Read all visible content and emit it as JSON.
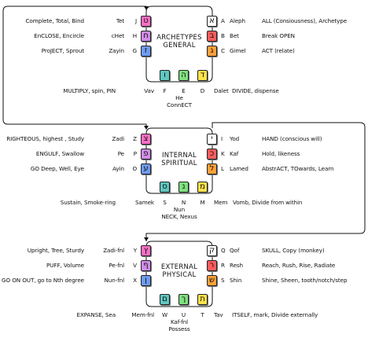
{
  "sections": [
    {
      "title_line1": "ARCHETYPES",
      "title_line2": "GENERAL",
      "left": [
        {
          "meaning": "Complete, Total, Bind",
          "name": "Tet",
          "code": "J",
          "glyph": "ט",
          "color": "#ff6ec7"
        },
        {
          "meaning": "EnCLOSE, Encircle",
          "name": "cHet",
          "code": "H",
          "glyph": "ח",
          "color": "#d08ce8"
        },
        {
          "meaning": "ProJECT, Sprout",
          "name": "Zayin",
          "code": "G",
          "glyph": "ז",
          "color": "#6e9cf0"
        }
      ],
      "right": [
        {
          "glyph": "א",
          "code": "A",
          "name": "Aleph",
          "meaning": "ALL (Consiousness), Archetype",
          "color": "#ffffff"
        },
        {
          "glyph": "ב",
          "code": "B",
          "name": "Bet",
          "meaning": "Break OPEN",
          "color": "#ff5d5d"
        },
        {
          "glyph": "ג",
          "code": "C",
          "name": "Gimel",
          "meaning": "ACT (relate)",
          "color": "#ffa23a"
        }
      ],
      "bottom": [
        {
          "glyph": "ו",
          "code": "F",
          "name": "Vav",
          "color": "#5ec7c0"
        },
        {
          "glyph": "ה",
          "code": "E",
          "name": "He",
          "color": "#7fe07f"
        },
        {
          "glyph": "ד",
          "code": "D",
          "name": "Dalet",
          "color": "#ffe24a"
        }
      ],
      "bottom_left_text": "MULTIPLY, spin, PIN",
      "bottom_right_text": "DIVIDE, dispense",
      "bottom_center_text": "ConnECT"
    },
    {
      "title_line1": "INTERNAL",
      "title_line2": "SPIRITUAL",
      "left": [
        {
          "meaning": "RIGHTEOUS, highest , Study",
          "name": "Zadi",
          "code": "Z",
          "glyph": "צ",
          "color": "#ff6ec7"
        },
        {
          "meaning": "ENGULF, Swallow",
          "name": "Pe",
          "code": "P",
          "glyph": "פ",
          "color": "#d08ce8"
        },
        {
          "meaning": "GO Deep, Well, Eye",
          "name": "Ayin",
          "code": "O",
          "glyph": "ע",
          "color": "#6e9cf0"
        }
      ],
      "right": [
        {
          "glyph": "י",
          "code": "I",
          "name": "Yod",
          "meaning": "HAND (conscious will)",
          "color": "#ffffff"
        },
        {
          "glyph": "כ",
          "code": "K",
          "name": "Kaf",
          "meaning": "Hold, likeness",
          "color": "#ff5d5d"
        },
        {
          "glyph": "ל",
          "code": "L",
          "name": "Lamed",
          "meaning": "AbstrACT, TOwards, Learn",
          "color": "#ffa23a"
        }
      ],
      "bottom": [
        {
          "glyph": "ס",
          "code": "S",
          "name": "Samek",
          "color": "#5ec7c0"
        },
        {
          "glyph": "נ",
          "code": "N",
          "name": "Nun",
          "color": "#7fe07f"
        },
        {
          "glyph": "מ",
          "code": "M",
          "name": "Mem",
          "color": "#ffe24a"
        }
      ],
      "bottom_left_text": "Sustain, Smoke-ring",
      "bottom_right_text": "Vomb, Divide from within",
      "bottom_center_text": "NECK, Nexus"
    },
    {
      "title_line1": "EXTERNAL",
      "title_line2": "PHYSICAL",
      "left": [
        {
          "meaning": "Upright, Tree, Sturdy",
          "name": "Zadi-fnl",
          "code": "Y",
          "glyph": "ץ",
          "color": "#ff6ec7"
        },
        {
          "meaning": "PUFF, Volume",
          "name": "Pe-fnl",
          "code": "V",
          "glyph": "ף",
          "color": "#d08ce8"
        },
        {
          "meaning": "GO ON OUT, go to Nth degree",
          "name": "Nun-fnl",
          "code": "X",
          "glyph": "ן",
          "color": "#6e9cf0"
        }
      ],
      "right": [
        {
          "glyph": "ק",
          "code": "Q",
          "name": "Qof",
          "meaning": "SKULL, Copy (monkey)",
          "color": "#ffffff"
        },
        {
          "glyph": "ר",
          "code": "R",
          "name": "Resh",
          "meaning": "Reach, Rush, Rise, Radiate",
          "color": "#ff5d5d"
        },
        {
          "glyph": "ש",
          "code": "S",
          "name": "Shin",
          "meaning": "Shine, Sheen, tooth/notch/step",
          "color": "#ffa23a"
        }
      ],
      "bottom": [
        {
          "glyph": "ם",
          "code": "W",
          "name": "Mem-fnl",
          "color": "#5ec7c0"
        },
        {
          "glyph": "ך",
          "code": "U",
          "name": "Kaf-fnl",
          "color": "#7fe07f"
        },
        {
          "glyph": "ת",
          "code": "T",
          "name": "Tav",
          "color": "#ffe24a"
        }
      ],
      "bottom_left_text": "EXPANSE, Sea",
      "bottom_right_text": "ITSELF, mark, Divide externally",
      "bottom_center_text": "Possess"
    }
  ]
}
